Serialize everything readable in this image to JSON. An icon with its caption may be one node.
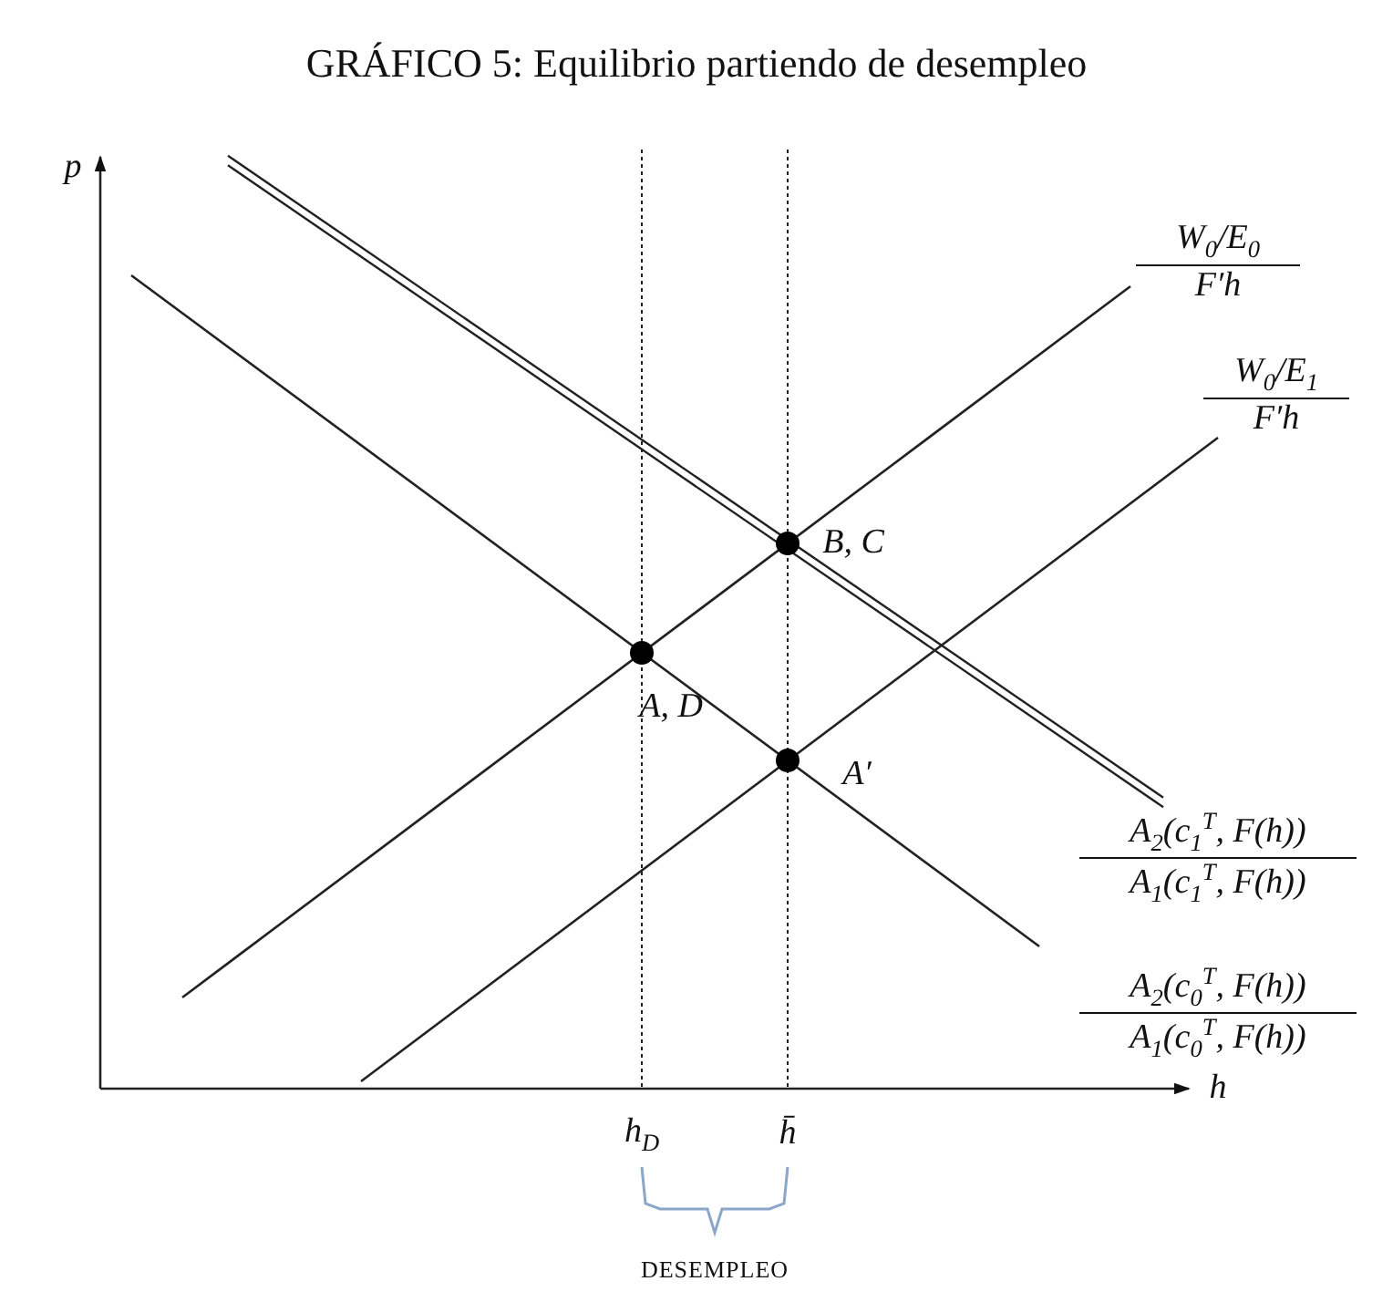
{
  "diagram": {
    "title": "GRÁFICO 5: Equilibrio partiendo de desempleo",
    "labels": [
      "p",
      "W$_{0}$/E$_{0}$",
      "F′h",
      "W$_{0}$/E$_{1}$",
      "F′h",
      "B, C",
      "A, D",
      "A′",
      "A$_{2}$(c$_{1}$$^{T}$, F(h))",
      "A$_{1}$(c$_{1}$$^{T}$, F(h))",
      "A$_{2}$(c$_{0}$$^{T}$, F(h))",
      "A$_{1}$(c$_{0}$$^{T}$, F(h))",
      "h",
      "h$_{D}$",
      "h̄",
      "DESEMPLEO"
    ]
  }
}
